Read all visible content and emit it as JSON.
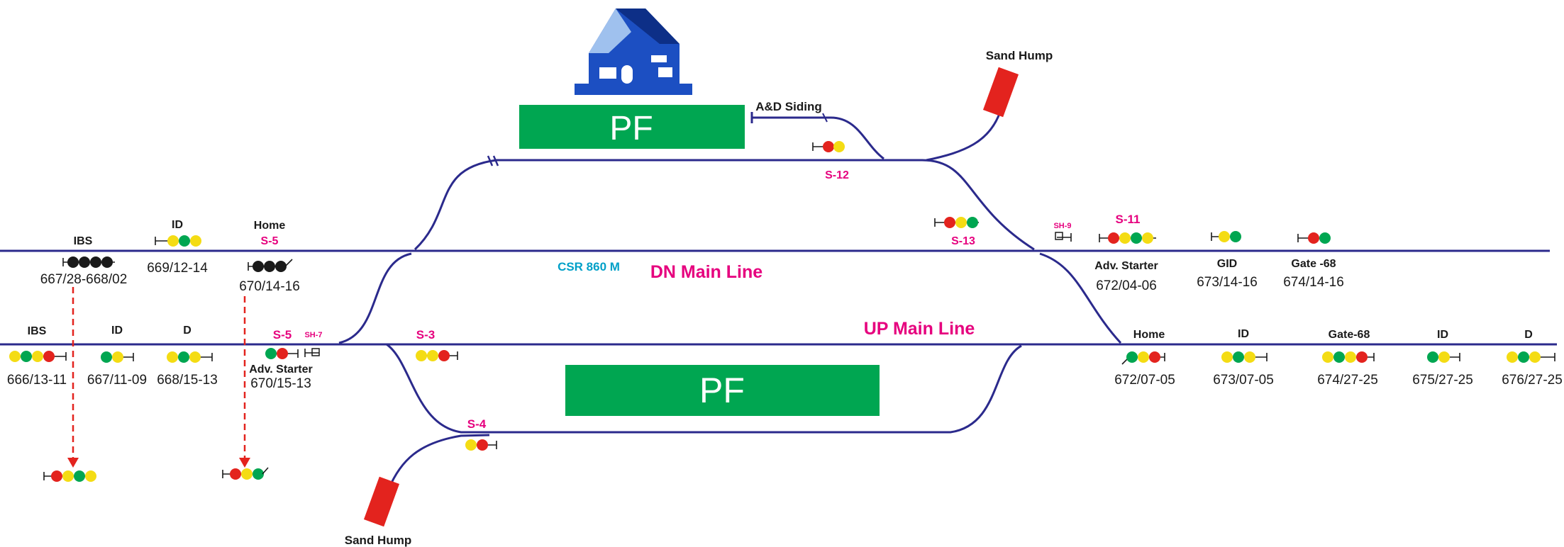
{
  "colors": {
    "track": "#2b2a8c",
    "platform": "#00a651",
    "magenta": "#e6007e",
    "cyan": "#00a0c8",
    "red": "#e3231e",
    "yellow": "#f4dc14",
    "green": "#00a651",
    "black": "#1a1a1a",
    "blue": "#1c4fc2"
  },
  "icons": {
    "station": "house-icon",
    "hump": "sand-hump-block",
    "arrow": "dashed-arrow"
  },
  "lines": {
    "dn": "DN Main Line",
    "up": "UP Main Line",
    "csr": "CSR 860 M"
  },
  "platforms": {
    "top": "PF",
    "bottom": "PF"
  },
  "siding": {
    "ad": "A&D Siding",
    "hump_top": "Sand Hump",
    "hump_bottom": "Sand Hump"
  },
  "dn_signals": {
    "ibs_title": "IBS",
    "ibs_num": "667/28-668/02",
    "id_title": "ID",
    "id_num": "669/12-14",
    "home_title": "Home",
    "home_tag": "S-5",
    "home_num": "670/14-16",
    "s12": "S-12",
    "s13": "S-13",
    "sh9": "SH-9",
    "s11": "S-11",
    "adv_title": "Adv. Starter",
    "adv_num": "672/04-06",
    "gid_title": "GID",
    "gid_num": "673/14-16",
    "gate_title": "Gate -68",
    "gate_num": "674/14-16"
  },
  "up_signals": {
    "ibs_title": "IBS",
    "ibs_num": "666/13-11",
    "id_title": "ID",
    "id_num": "667/11-09",
    "d_title": "D",
    "d_num": "668/15-13",
    "s5": "S-5",
    "sh7": "SH-7",
    "adv_title": "Adv. Starter",
    "adv_num": "670/15-13",
    "s3": "S-3",
    "s4": "S-4",
    "home_title": "Home",
    "home_num": "672/07-05",
    "id2_title": "ID",
    "id2_num": "673/07-05",
    "gate_title": "Gate-68",
    "gate_num": "674/27-25",
    "id3_title": "ID",
    "id3_num": "675/27-25",
    "d2_title": "D",
    "d2_num": "676/27-25"
  }
}
